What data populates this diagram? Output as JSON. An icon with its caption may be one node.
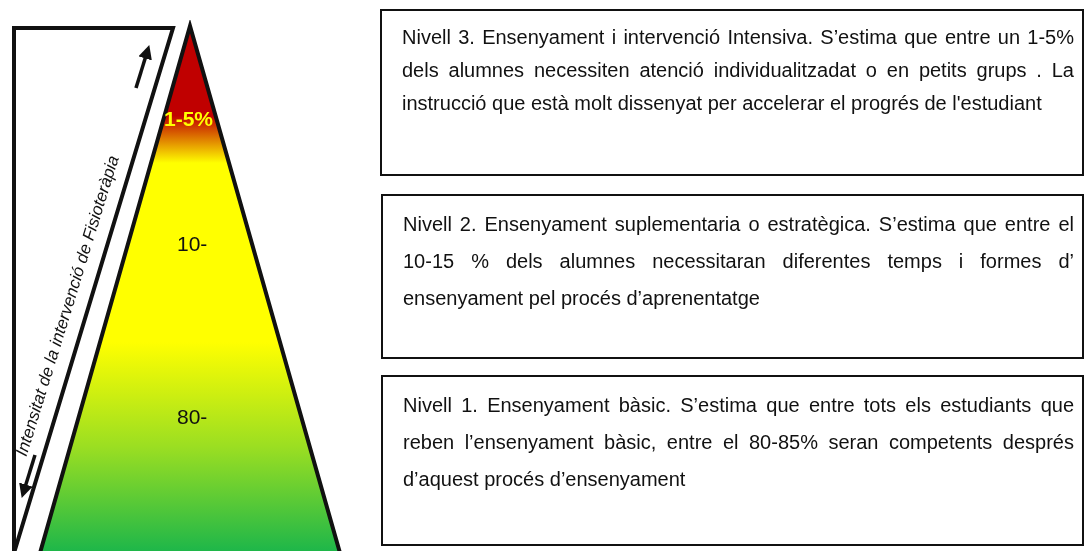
{
  "diagram": {
    "nodes": [
      {
        "text": [
          "Intensitat de la intervenció de Fisioteràpia"
        ]
      },
      {
        "text": [
          "1-5%",
          "10-",
          "80-"
        ]
      },
      {
        "text": [
          "Nivell 3. Ensenyament i intervenció Intensiva. S’estima que entre un 1-5% dels alumnes necessiten atenció individualitzadat  o en petits grups . La instrucció que està molt dissenyat per accelerar el progrés de l'estudiant"
        ]
      },
      {
        "text": [
          "Nivell 2. Ensenyament suplementaria o estratègica. S’estima que entre el 10-15 % dels alumnes necessitaran diferentes temps i formes d’ ensenyament pel procés d’aprenentatge"
        ]
      },
      {
        "text": [
          "Nivell 1. Ensenyament bàsic. S’estima que entre tots els estudiants que reben l’ensenyament bàsic, entre el 80-85% seran competents després d’aquest procés d’ensenyament"
        ]
      }
    ],
    "edges": []
  }
}
